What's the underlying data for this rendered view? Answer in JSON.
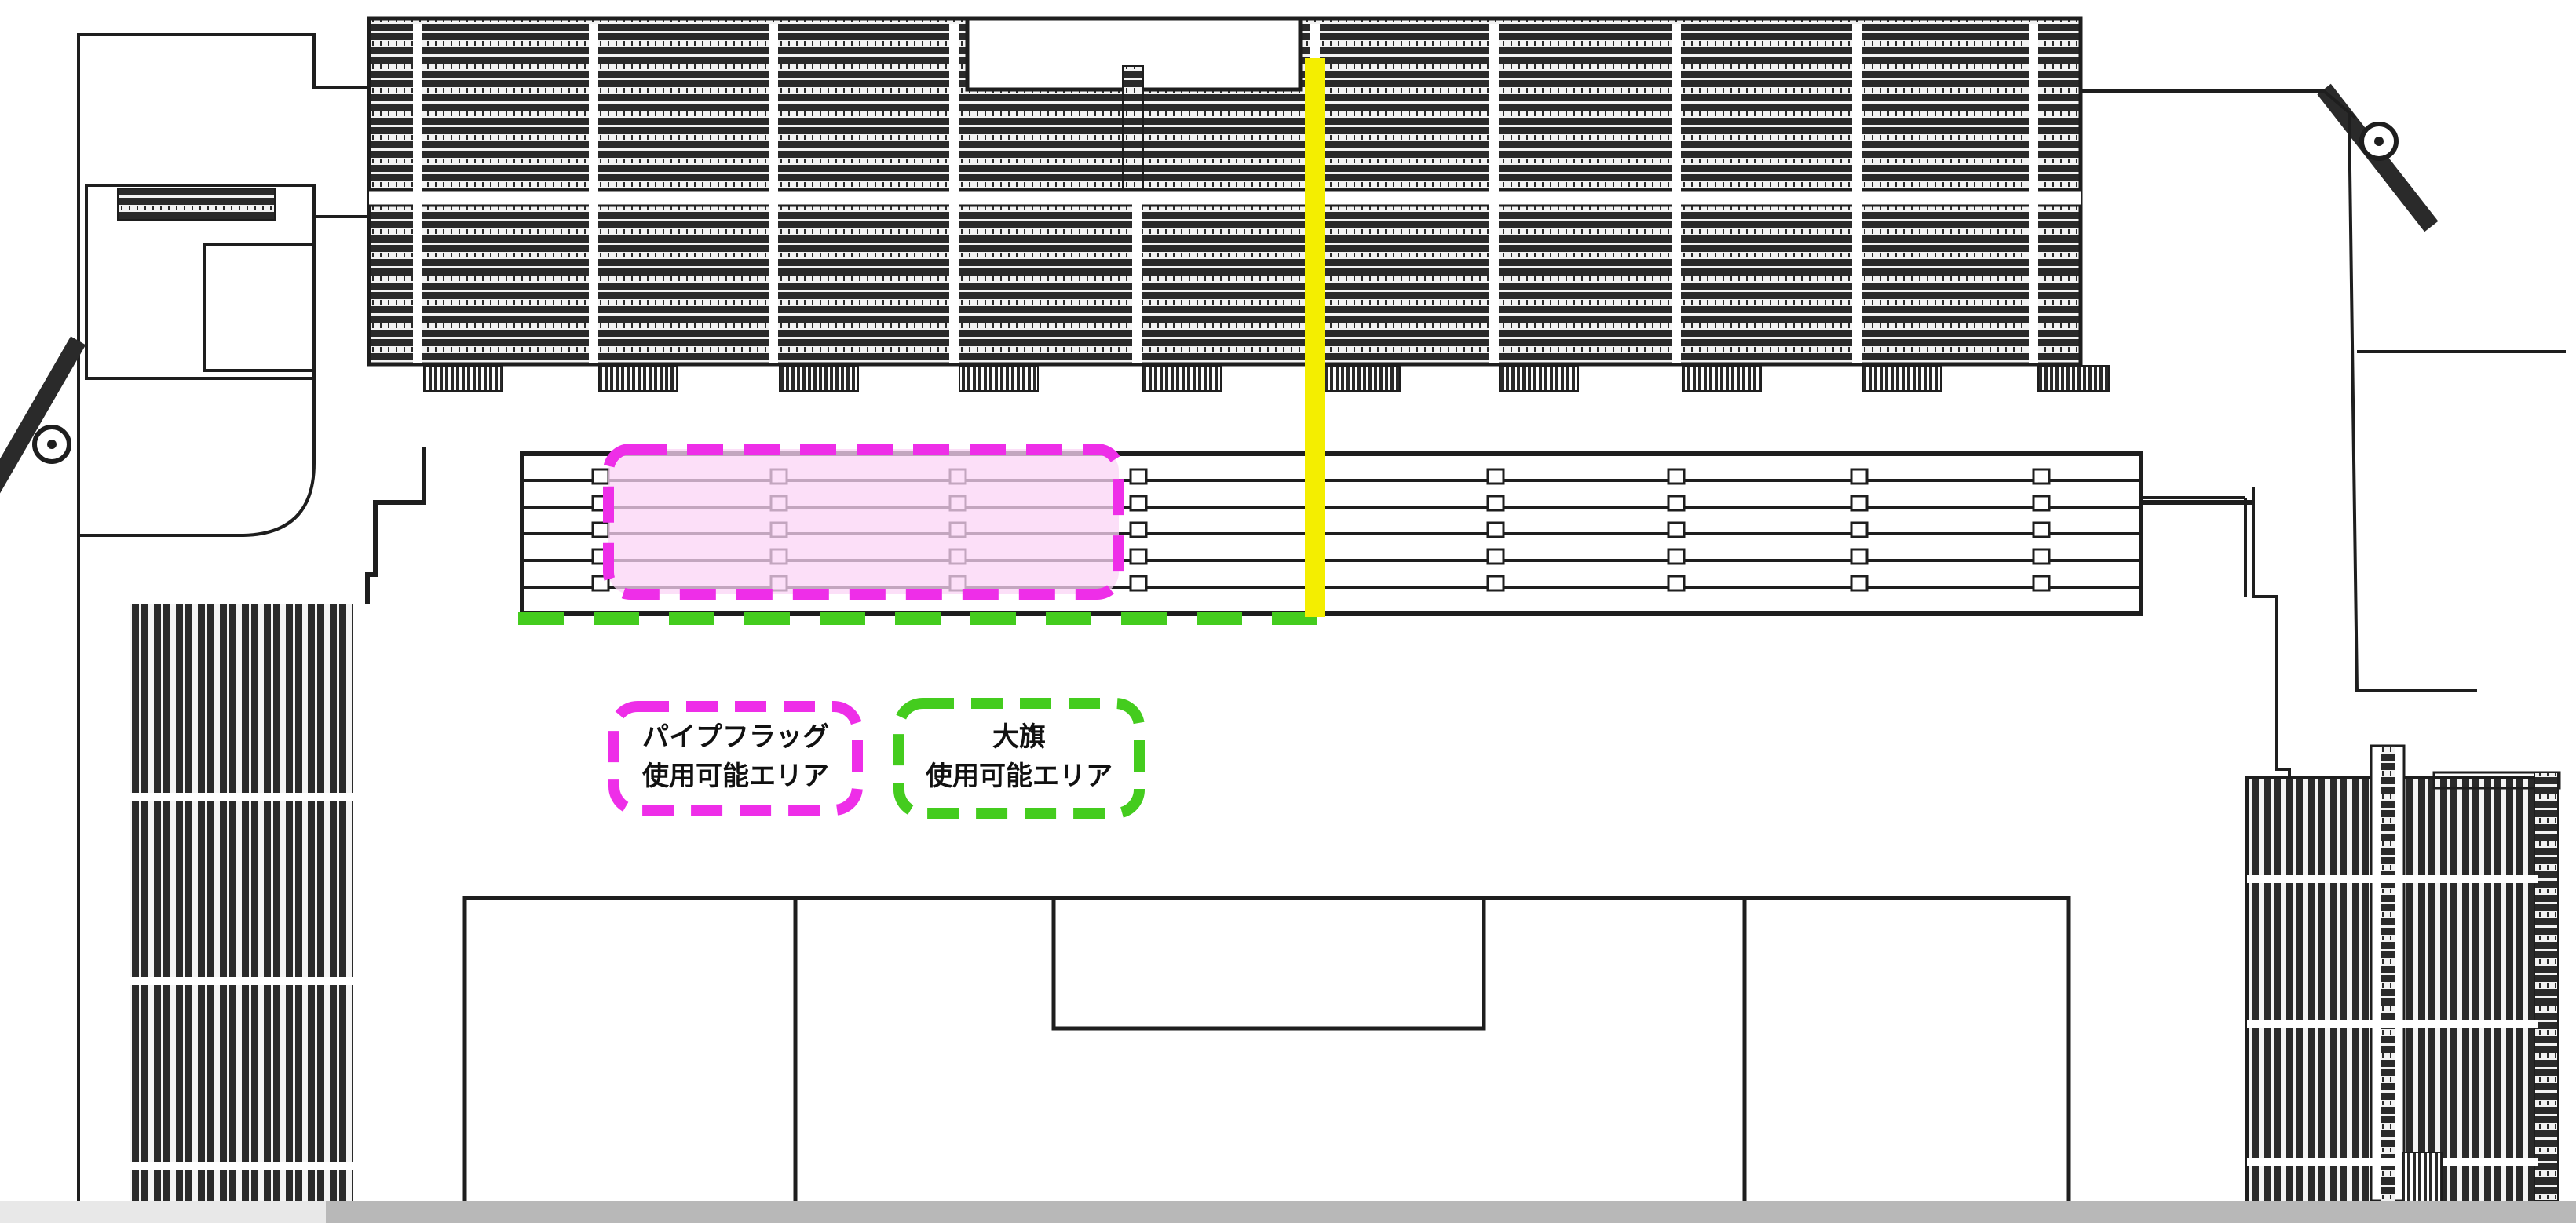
{
  "legend": {
    "pipe_flag": {
      "line1": "パイプフラッグ",
      "line2": "使用可能エリア",
      "color": "#ee2ee8",
      "fill": "#fbd4f6"
    },
    "big_flag": {
      "line1": "大旗",
      "line2": "使用可能エリア",
      "color": "#44cc1e"
    }
  },
  "colors": {
    "line": "#1e1e1e",
    "divider": "#f4ee00",
    "seat_dark": "#2a2a2a",
    "ground_bar": "#b8b8b8"
  }
}
